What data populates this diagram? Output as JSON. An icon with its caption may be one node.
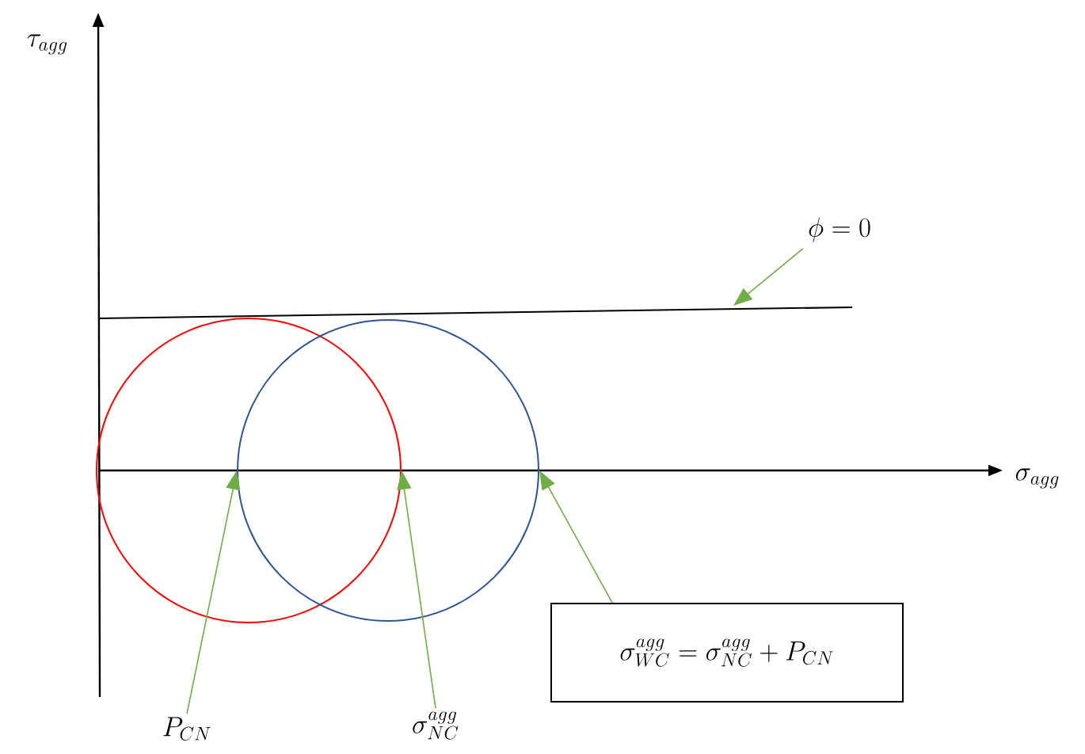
{
  "diagram": {
    "nodes": [
      {
        "text": [
          "\\phi = 0"
        ]
      },
      {
        "text": [
          "P_{CN}"
        ]
      },
      {
        "text": [
          "\\sigma_{NC}^{agg}"
        ]
      },
      {
        "text": [
          "\\sigma_{WC}^{agg} = \\sigma_{NC}^{agg} + P_{CN}"
        ]
      },
      {
        "text": [],
        "shape": "circle"
      },
      {
        "text": [],
        "shape": "circle"
      }
    ],
    "edges": [
      {
        "from": 0,
        "to": null,
        "arrow": "to"
      },
      {
        "from": 1,
        "to": 5,
        "arrow": "to"
      },
      {
        "from": 2,
        "to": 4,
        "arrow": "to"
      },
      {
        "from": 3,
        "to": 5,
        "arrow": "to"
      }
    ],
    "labels": [
      "\\tau_{agg}",
      "\\sigma_{agg}"
    ]
  }
}
